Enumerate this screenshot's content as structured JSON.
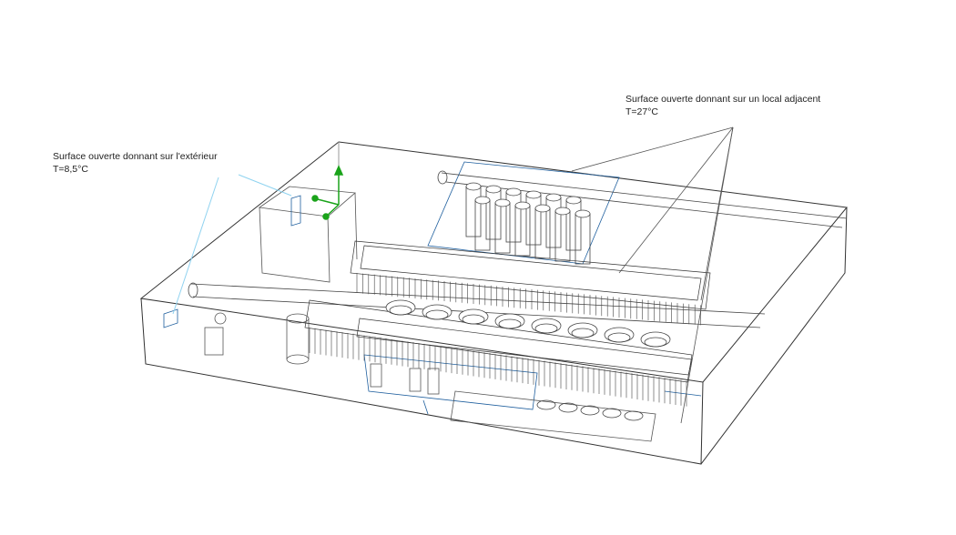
{
  "annotations": {
    "exterior": {
      "title": "Surface ouverte donnant sur l'extérieur",
      "temperature": "T=8,5°C"
    },
    "adjacent": {
      "title": "Surface ouverte donnant sur un local adjacent",
      "temperature": "T=27°C"
    }
  },
  "colors": {
    "outline": "#222222",
    "highlight": "#1f5f9e",
    "leader_light": "#8fd3f0",
    "axis": "#1aa31a"
  }
}
